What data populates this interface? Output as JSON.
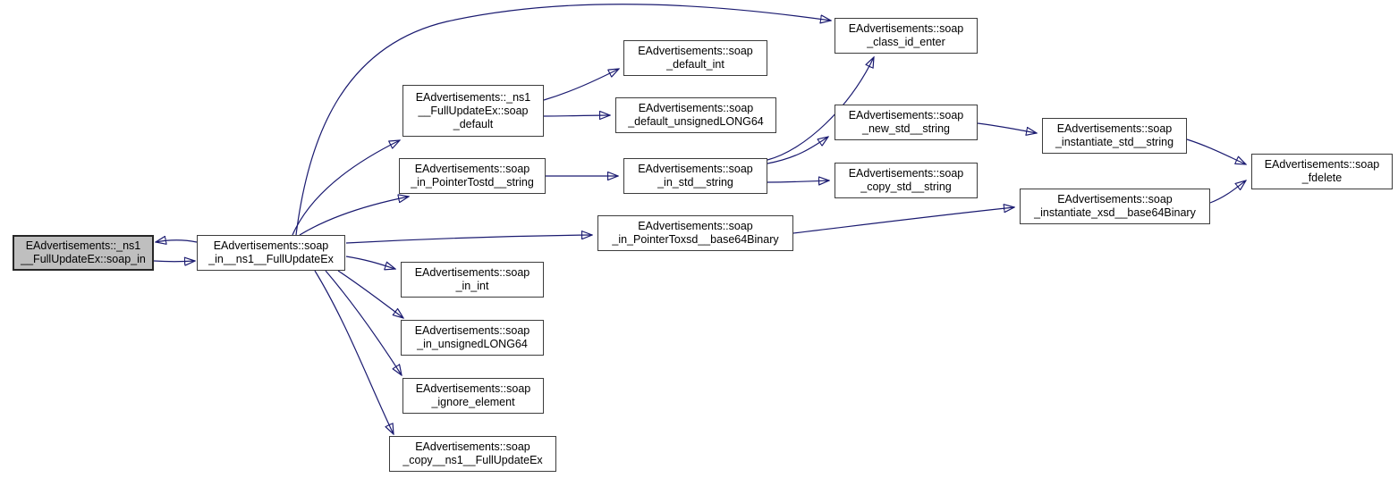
{
  "diagram": {
    "kind": "doxygen-call-graph",
    "colors": {
      "background": "#ffffff",
      "edge": "#1a1a70",
      "node_border": "#3c3c3c",
      "node_fill": "#ffffff",
      "highlight_fill": "#bfbfbf",
      "text": "#000000"
    }
  },
  "nodes": [
    {
      "id": "soap_in",
      "label": "EAdvertisements::_ns1__FullUpdateEx::soap_in",
      "highlighted": true,
      "lines": [
        "EAdvertisements::_ns1",
        "__FullUpdateEx::soap_in"
      ]
    },
    {
      "id": "in_ns1_FullUpdateEx",
      "label": "EAdvertisements::soap_in__ns1__FullUpdateEx",
      "highlighted": false,
      "lines": [
        "EAdvertisements::soap",
        "_in__ns1__FullUpdateEx"
      ]
    },
    {
      "id": "soap_default",
      "label": "EAdvertisements::_ns1__FullUpdateEx::soap_default",
      "highlighted": false,
      "lines": [
        "EAdvertisements::_ns1",
        "__FullUpdateEx::soap",
        "_default"
      ]
    },
    {
      "id": "default_int",
      "label": "EAdvertisements::soap_default_int",
      "highlighted": false,
      "lines": [
        "EAdvertisements::soap",
        "_default_int"
      ]
    },
    {
      "id": "default_unsignedLONG64",
      "label": "EAdvertisements::soap_default_unsignedLONG64",
      "highlighted": false,
      "lines": [
        "EAdvertisements::soap",
        "_default_unsignedLONG64"
      ]
    },
    {
      "id": "in_PointerTostd_string",
      "label": "EAdvertisements::soap_in_PointerTostd__string",
      "highlighted": false,
      "lines": [
        "EAdvertisements::soap",
        "_in_PointerTostd__string"
      ]
    },
    {
      "id": "in_std_string",
      "label": "EAdvertisements::soap_in_std__string",
      "highlighted": false,
      "lines": [
        "EAdvertisements::soap",
        "_in_std__string"
      ]
    },
    {
      "id": "in_PointerToxsd_base64Binary",
      "label": "EAdvertisements::soap_in_PointerToxsd__base64Binary",
      "highlighted": false,
      "lines": [
        "EAdvertisements::soap",
        "_in_PointerToxsd__base64Binary"
      ]
    },
    {
      "id": "class_id_enter",
      "label": "EAdvertisements::soap_class_id_enter",
      "highlighted": false,
      "lines": [
        "EAdvertisements::soap",
        "_class_id_enter"
      ]
    },
    {
      "id": "new_std_string",
      "label": "EAdvertisements::soap_new_std__string",
      "highlighted": false,
      "lines": [
        "EAdvertisements::soap",
        "_new_std__string"
      ]
    },
    {
      "id": "copy_std_string",
      "label": "EAdvertisements::soap_copy_std__string",
      "highlighted": false,
      "lines": [
        "EAdvertisements::soap",
        "_copy_std__string"
      ]
    },
    {
      "id": "instantiate_std_string",
      "label": "EAdvertisements::soap_instantiate_std__string",
      "highlighted": false,
      "lines": [
        "EAdvertisements::soap",
        "_instantiate_std__string"
      ]
    },
    {
      "id": "instantiate_xsd_base64Binary",
      "label": "EAdvertisements::soap_instantiate_xsd__base64Binary",
      "highlighted": false,
      "lines": [
        "EAdvertisements::soap",
        "_instantiate_xsd__base64Binary"
      ]
    },
    {
      "id": "fdelete",
      "label": "EAdvertisements::soap_fdelete",
      "highlighted": false,
      "lines": [
        "EAdvertisements::soap",
        "_fdelete"
      ]
    },
    {
      "id": "in_int",
      "label": "EAdvertisements::soap_in_int",
      "highlighted": false,
      "lines": [
        "EAdvertisements::soap",
        "_in_int"
      ]
    },
    {
      "id": "in_unsignedLONG64",
      "label": "EAdvertisements::soap_in_unsignedLONG64",
      "highlighted": false,
      "lines": [
        "EAdvertisements::soap",
        "_in_unsignedLONG64"
      ]
    },
    {
      "id": "ignore_element",
      "label": "EAdvertisements::soap_ignore_element",
      "highlighted": false,
      "lines": [
        "EAdvertisements::soap",
        "_ignore_element"
      ]
    },
    {
      "id": "copy_ns1_FullUpdateEx",
      "label": "EAdvertisements::soap_copy__ns1__FullUpdateEx",
      "highlighted": false,
      "lines": [
        "EAdvertisements::soap",
        "_copy__ns1__FullUpdateEx"
      ]
    }
  ],
  "edges": [
    {
      "from": "in_ns1_FullUpdateEx",
      "to": "soap_in"
    },
    {
      "from": "soap_in",
      "to": "in_ns1_FullUpdateEx"
    },
    {
      "from": "in_ns1_FullUpdateEx",
      "to": "class_id_enter"
    },
    {
      "from": "in_ns1_FullUpdateEx",
      "to": "soap_default"
    },
    {
      "from": "in_ns1_FullUpdateEx",
      "to": "in_PointerTostd_string"
    },
    {
      "from": "in_ns1_FullUpdateEx",
      "to": "in_PointerToxsd_base64Binary"
    },
    {
      "from": "in_ns1_FullUpdateEx",
      "to": "in_int"
    },
    {
      "from": "in_ns1_FullUpdateEx",
      "to": "in_unsignedLONG64"
    },
    {
      "from": "in_ns1_FullUpdateEx",
      "to": "ignore_element"
    },
    {
      "from": "in_ns1_FullUpdateEx",
      "to": "copy_ns1_FullUpdateEx"
    },
    {
      "from": "soap_default",
      "to": "default_int"
    },
    {
      "from": "soap_default",
      "to": "default_unsignedLONG64"
    },
    {
      "from": "in_PointerTostd_string",
      "to": "in_std_string"
    },
    {
      "from": "in_std_string",
      "to": "class_id_enter"
    },
    {
      "from": "in_std_string",
      "to": "new_std_string"
    },
    {
      "from": "in_std_string",
      "to": "copy_std_string"
    },
    {
      "from": "new_std_string",
      "to": "instantiate_std_string"
    },
    {
      "from": "instantiate_std_string",
      "to": "fdelete"
    },
    {
      "from": "in_PointerToxsd_base64Binary",
      "to": "instantiate_xsd_base64Binary"
    },
    {
      "from": "instantiate_xsd_base64Binary",
      "to": "fdelete"
    }
  ]
}
